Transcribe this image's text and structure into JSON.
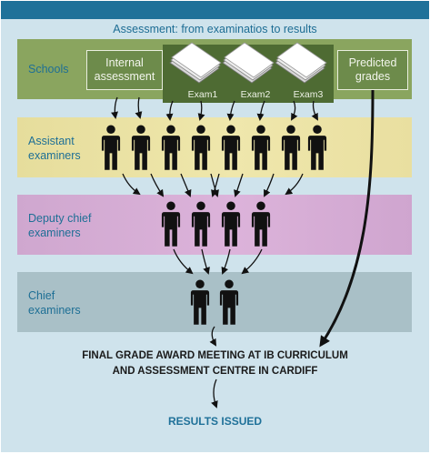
{
  "diagram": {
    "title": "Assessment: from examinatios to results",
    "bands": {
      "schools": "Schools",
      "assistant": [
        "Assistant",
        "examiners"
      ],
      "deputy": [
        "Deputy chief",
        "examiners"
      ],
      "chief": [
        "Chief",
        "examiners"
      ]
    },
    "internal_assessment": [
      "Internal",
      "assessment"
    ],
    "predicted_grades": [
      "Predicted",
      "grades"
    ],
    "exams": [
      "Exam1",
      "Exam2",
      "Exam3"
    ],
    "final_meeting": [
      "FINAL GRADE AWARD MEETING AT IB CURRICULUM",
      "AND ASSESSMENT CENTRE IN CARDIFF"
    ],
    "results": "RESULTS ISSUED"
  },
  "colors": {
    "header_bar": "#1f7199",
    "background": "#cfe3ec",
    "schools_band": "#8aa55f",
    "assistant_band": "#ece3a6",
    "deputy_band": "#d7aed6",
    "chief_band": "#a9c0c7",
    "title_text": "#1d6d94",
    "results_text": "#1f7199"
  },
  "people": {
    "assistant_examiners": 8,
    "deputy_chief_examiners": 4,
    "chief_examiners": 2
  }
}
